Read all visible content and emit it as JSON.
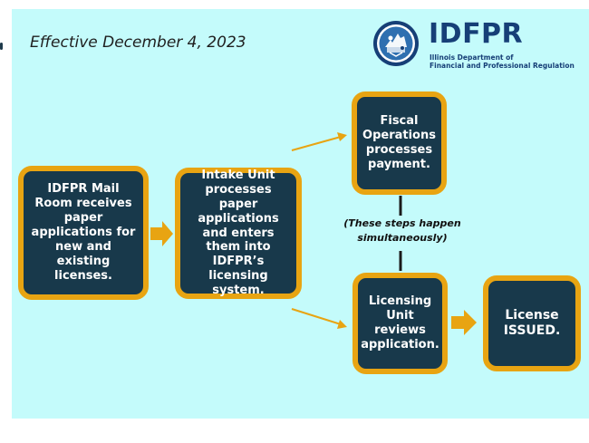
{
  "header": {
    "effective_date": "Effective December 4, 2023"
  },
  "logo": {
    "title": "IDFPR",
    "subtitle_line1": "Illinois Department of",
    "subtitle_line2": "Financial and Professional Regulation",
    "seal_icon": "state-seal-icon"
  },
  "flow": {
    "mail_room": "IDFPR Mail Room receives paper applications for new and existing licenses.",
    "intake": "Intake Unit processes paper applications and enters them into IDFPR’s licensing system.",
    "fiscal": "Fiscal Operations processes payment.",
    "licensing": "Licensing Unit reviews application.",
    "issued": "License ISSUED.",
    "note": "(These steps happen simultaneously)"
  },
  "colors": {
    "background": "#c4fbfb",
    "box_fill": "#18394b",
    "box_border": "#e8a412",
    "arrow": "#e8a412",
    "brand": "#163f77"
  }
}
